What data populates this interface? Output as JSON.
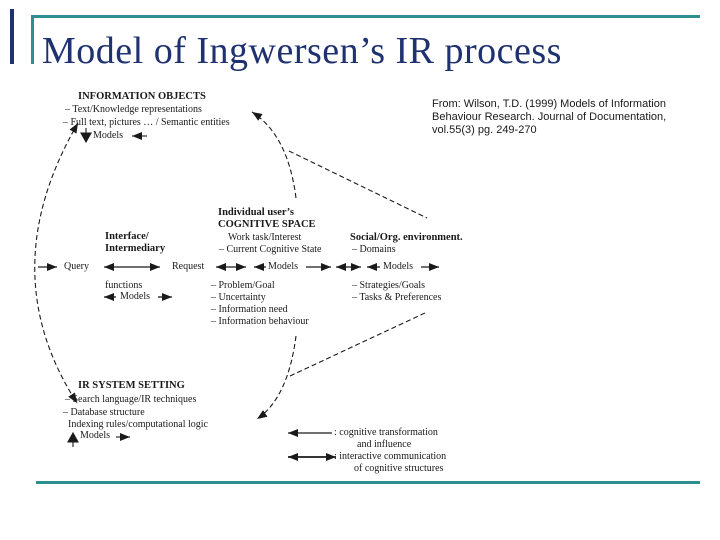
{
  "slide": {
    "title": "Model of Ingwersen’s IR process",
    "citation": {
      "line1": "From: Wilson, T.D. (1999) Models of Information",
      "line2": "Behaviour Research. Journal of Documentation,",
      "line3": "vol.55(3) pg. 249-270"
    }
  },
  "diagram": {
    "info_objects": {
      "heading": "INFORMATION OBJECTS",
      "item1": "– Text/Knowledge representations",
      "item2": "– Full text, pictures … / Semantic entities",
      "models_label": "Models"
    },
    "interface": {
      "heading1": "Interface/",
      "heading2": "Intermediary",
      "functions_label": "functions",
      "models_label": "Models"
    },
    "cognitive_space": {
      "heading1": "Individual user’s",
      "heading2": "COGNITIVE SPACE",
      "item1": "Work task/Interest",
      "item2": "– Current Cognitive State",
      "item3": "– Problem/Goal",
      "item4": "– Uncertainty",
      "item5": "– Information need",
      "item6": "– Information behaviour"
    },
    "social_env": {
      "heading": "Social/Org. environment.",
      "item1": "– Domains",
      "item2": "– Strategies/Goals",
      "item3": "– Tasks & Preferences"
    },
    "flow_row": {
      "query": "Query",
      "request": "Request",
      "models_mid": "Models",
      "models_right": "Models"
    },
    "ir_system": {
      "heading": "IR SYSTEM SETTING",
      "item1": "– Search language/IR techniques",
      "item2": "– Database structure",
      "item3": "Indexing rules/computational logic",
      "models_label": "Models"
    },
    "legend": {
      "l1a": ": cognitive transformation",
      "l1b": "and influence",
      "l2a": ": interactive communication",
      "l2b": "of cognitive structures"
    }
  },
  "colors": {
    "accent_teal": "#2f8f8f",
    "title_navy": "#1e3170",
    "diagram_ink": "#1a1a1a"
  }
}
